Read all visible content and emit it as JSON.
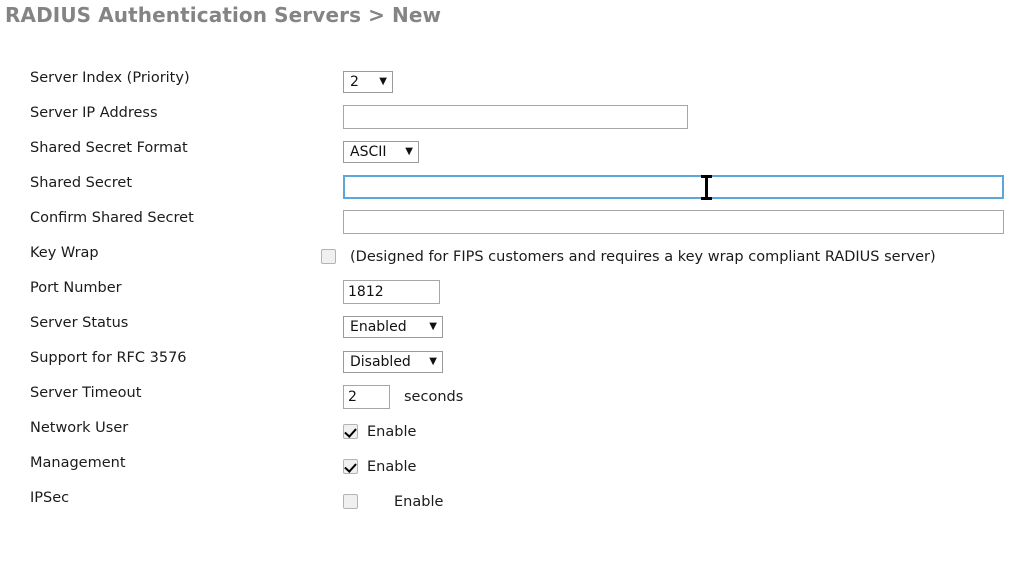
{
  "page": {
    "title": "RADIUS Authentication Servers > New"
  },
  "form": {
    "rows": [
      {
        "key": "server-index",
        "label": "Server Index (Priority)",
        "type": "select",
        "value": "2"
      },
      {
        "key": "server-ip-address",
        "label": "Server IP Address",
        "type": "text",
        "value": "",
        "placeholder": ""
      },
      {
        "key": "shared-secret-format",
        "label": "Shared Secret Format",
        "type": "select",
        "value": "ASCII"
      },
      {
        "key": "shared-secret",
        "label": "Shared Secret",
        "type": "text",
        "value": "",
        "placeholder": "",
        "focused": true
      },
      {
        "key": "confirm-shared-secret",
        "label": "Confirm Shared Secret",
        "type": "text",
        "value": "",
        "placeholder": ""
      },
      {
        "key": "key-wrap",
        "label": "Key Wrap",
        "type": "checkbox",
        "checked": false,
        "hint": "(Designed for FIPS customers and requires a key wrap compliant RADIUS server)"
      },
      {
        "key": "port-number",
        "label": "Port Number",
        "type": "text",
        "value": "1812",
        "placeholder": ""
      },
      {
        "key": "server-status",
        "label": "Server Status",
        "type": "select",
        "value": "Enabled"
      },
      {
        "key": "support-for-rfc-3576",
        "label": "Support for RFC 3576",
        "type": "select",
        "value": "Disabled"
      },
      {
        "key": "server-timeout",
        "label": "Server Timeout",
        "type": "text",
        "value": "2",
        "placeholder": "",
        "unit": "seconds"
      },
      {
        "key": "network-user",
        "label": "Network User",
        "type": "checkbox",
        "checked": true,
        "checkbox_label": "Enable"
      },
      {
        "key": "management",
        "label": "Management",
        "type": "checkbox",
        "checked": true,
        "checkbox_label": "Enable"
      },
      {
        "key": "ipsec",
        "label": "IPSec",
        "type": "checkbox",
        "checked": false,
        "checkbox_label": "Enable"
      }
    ]
  },
  "icons": {
    "caret_down": "▼"
  },
  "colors": {
    "title": "#848484",
    "text": "#1b1b1b",
    "focus_border": "#5aa7dc",
    "field_border": "#a6a6a6"
  }
}
